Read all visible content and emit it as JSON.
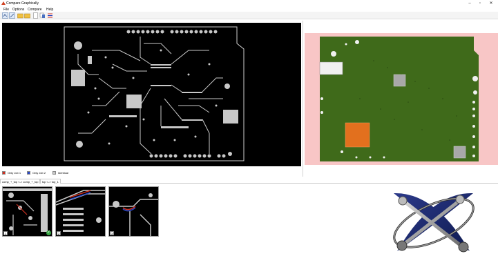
{
  "window": {
    "title": "Compare Graphically"
  },
  "menu": [
    "File",
    "Options",
    "Compare",
    "Help"
  ],
  "legend": [
    {
      "label": "Only Job 1",
      "color": "#d03020"
    },
    {
      "label": "Only Job 2",
      "color": "#2848c8"
    },
    {
      "label": "Identical",
      "color": "#c8c8c8"
    }
  ],
  "tabs": [
    "comp_+_top <-> comp_+_top",
    "top <-> top_1"
  ],
  "thumbnails": [
    {
      "number": "1",
      "checked": true
    },
    {
      "number": "2",
      "checked": false
    },
    {
      "number": "3",
      "checked": false
    }
  ],
  "colors": {
    "board_green": "#3f6a1a",
    "board_pink": "#f8c6c6",
    "copper": "#c8c8c8",
    "highlight_orange": "#e2701e"
  }
}
